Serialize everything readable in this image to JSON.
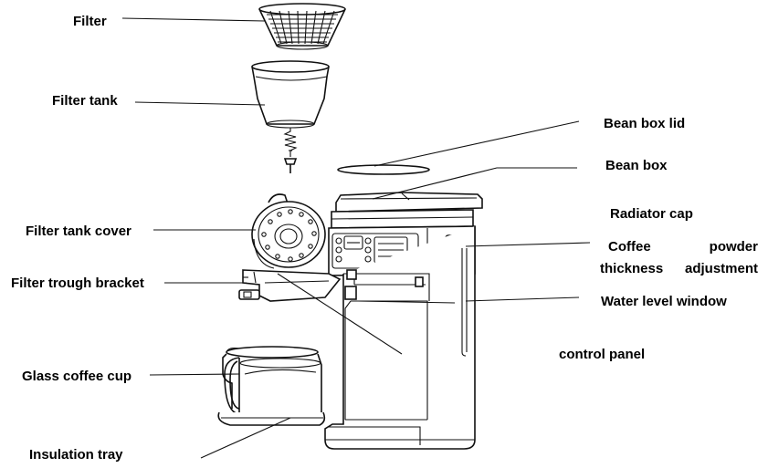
{
  "labels": {
    "filter": "Filter",
    "filter_tank": "Filter tank",
    "filter_tank_cover": "Filter tank cover",
    "filter_trough_bracket": "Filter trough bracket",
    "glass_coffee_cup": "Glass coffee cup",
    "insulation_tray": "Insulation tray",
    "bean_box_lid": "Bean box lid",
    "bean_box": "Bean box",
    "radiator_cap": "Radiator cap",
    "coffee_powder_line1_left": "Coffee",
    "coffee_powder_line1_right": "powder",
    "coffee_powder_line2_left": "thickness",
    "coffee_powder_line2_right": "adjustment",
    "water_level_window": "Water level window",
    "control_panel": "control panel"
  }
}
